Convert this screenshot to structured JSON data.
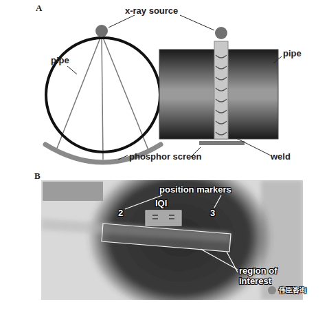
{
  "diagram": {
    "labels": [
      "A",
      "x-ray source",
      "pipe",
      "pipe",
      "phosphor screen",
      "weld",
      "B",
      "position markers",
      "IQI",
      "2",
      "3",
      "region of interest",
      "伟臣咨询"
    ]
  }
}
